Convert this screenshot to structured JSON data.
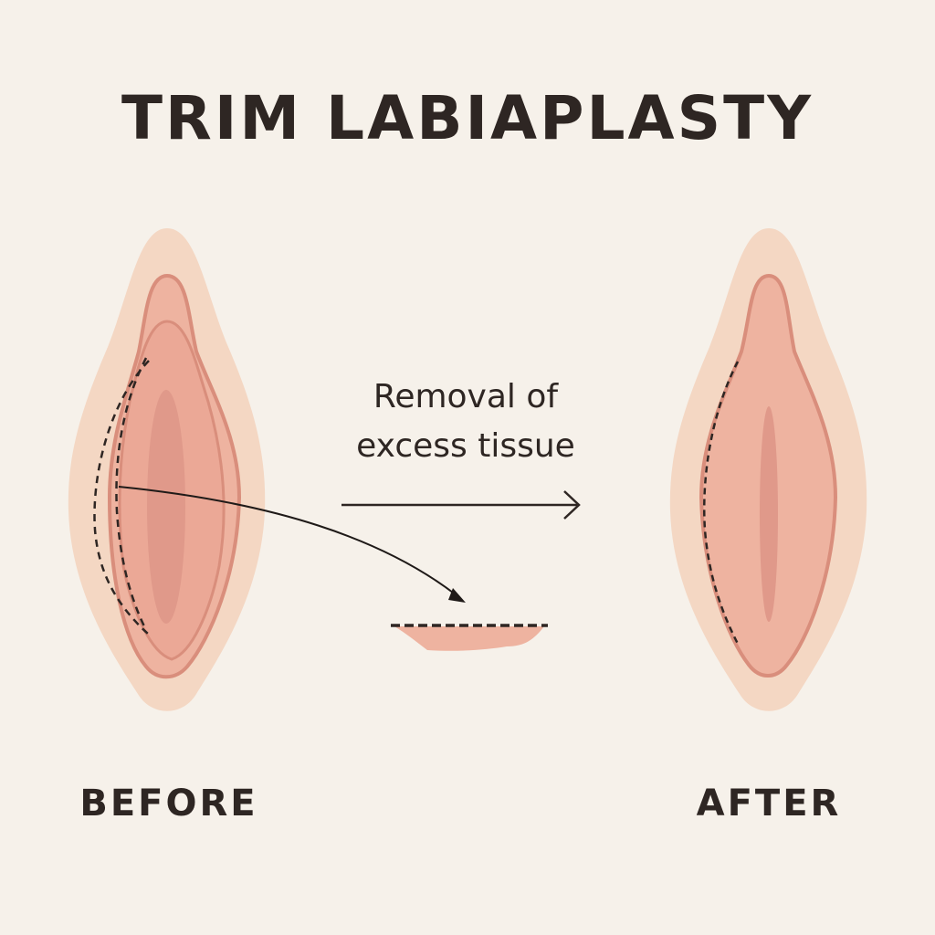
{
  "title": "TRIM LABIAPLASTY",
  "caption": {
    "line1": "Removal of",
    "line2": "excess tissue"
  },
  "labels": {
    "before": "BEFORE",
    "after": "AFTER"
  },
  "colors": {
    "background": "#f6f1ea",
    "skin": "#f4d7c3",
    "tissue": "#eeb3a0",
    "tissue_outline": "#d98e7c",
    "inner": "#e29b8b",
    "ink": "#2e2623"
  }
}
